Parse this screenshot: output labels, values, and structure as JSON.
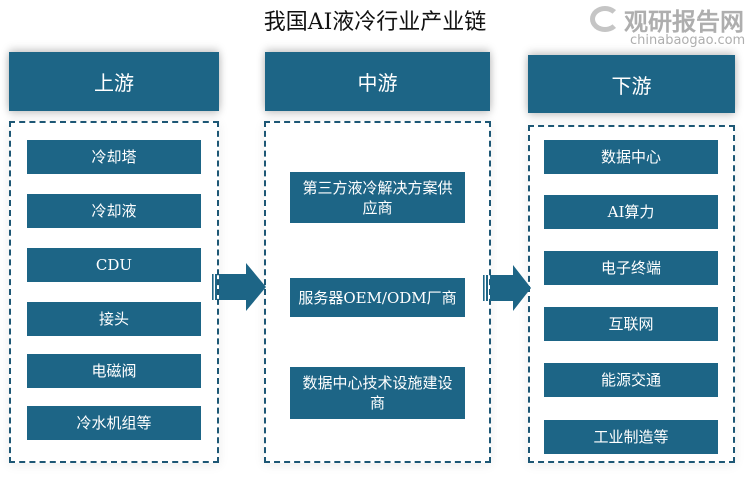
{
  "title": "我国AI液冷行业产业链",
  "colors": {
    "primary": "#1d6586",
    "dashed_border": "#1d5775",
    "text_on_primary": "#ffffff",
    "title_text": "#111111"
  },
  "columns": [
    {
      "id": "upstream",
      "header": "上游",
      "items": [
        "冷却塔",
        "冷却液",
        "CDU",
        "接头",
        "电磁阀",
        "冷水机组等"
      ]
    },
    {
      "id": "midstream",
      "header": "中游",
      "items": [
        "第三方液冷解决方案供应商",
        "服务器OEM/ODM厂商",
        "数据中心技术设施建设商"
      ]
    },
    {
      "id": "downstream",
      "header": "下游",
      "items": [
        "数据中心",
        "AI算力",
        "电子终端",
        "互联网",
        "能源交通",
        "工业制造等"
      ]
    }
  ],
  "arrows": [
    {
      "from": "upstream",
      "to": "midstream",
      "icon": "right-arrow-icon"
    },
    {
      "from": "midstream",
      "to": "downstream",
      "icon": "right-arrow-icon"
    }
  ],
  "watermark": {
    "text": "观研报告网",
    "url": "chinabaogao.com"
  }
}
